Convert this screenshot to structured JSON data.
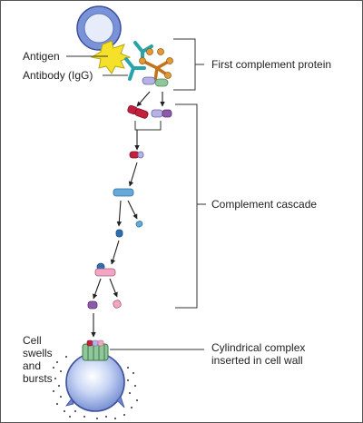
{
  "labels": {
    "antigen": "Antigen",
    "antibody": "Antibody (IgG)",
    "first_complement": "First complement protein",
    "cascade": "Complement cascade",
    "cell_line1": "Cell",
    "cell_line2": "swells",
    "cell_line3": "and",
    "cell_line4": "bursts",
    "cyl_line1": "Cylindrical complex",
    "cyl_line2": "inserted in cell wall"
  },
  "colors": {
    "cell_blue": "#6c8fd6",
    "antigen_yellow": "#f5e12a",
    "antibody_teal": "#27a3ab",
    "complement_orange": "#e39a35",
    "protein_red": "#c41f3f",
    "protein_pink": "#f3a6c3",
    "protein_lavender": "#b7b2e6",
    "protein_purple": "#8b5aa8",
    "protein_blue": "#66a9d8",
    "protein_green": "#8fc79a"
  }
}
